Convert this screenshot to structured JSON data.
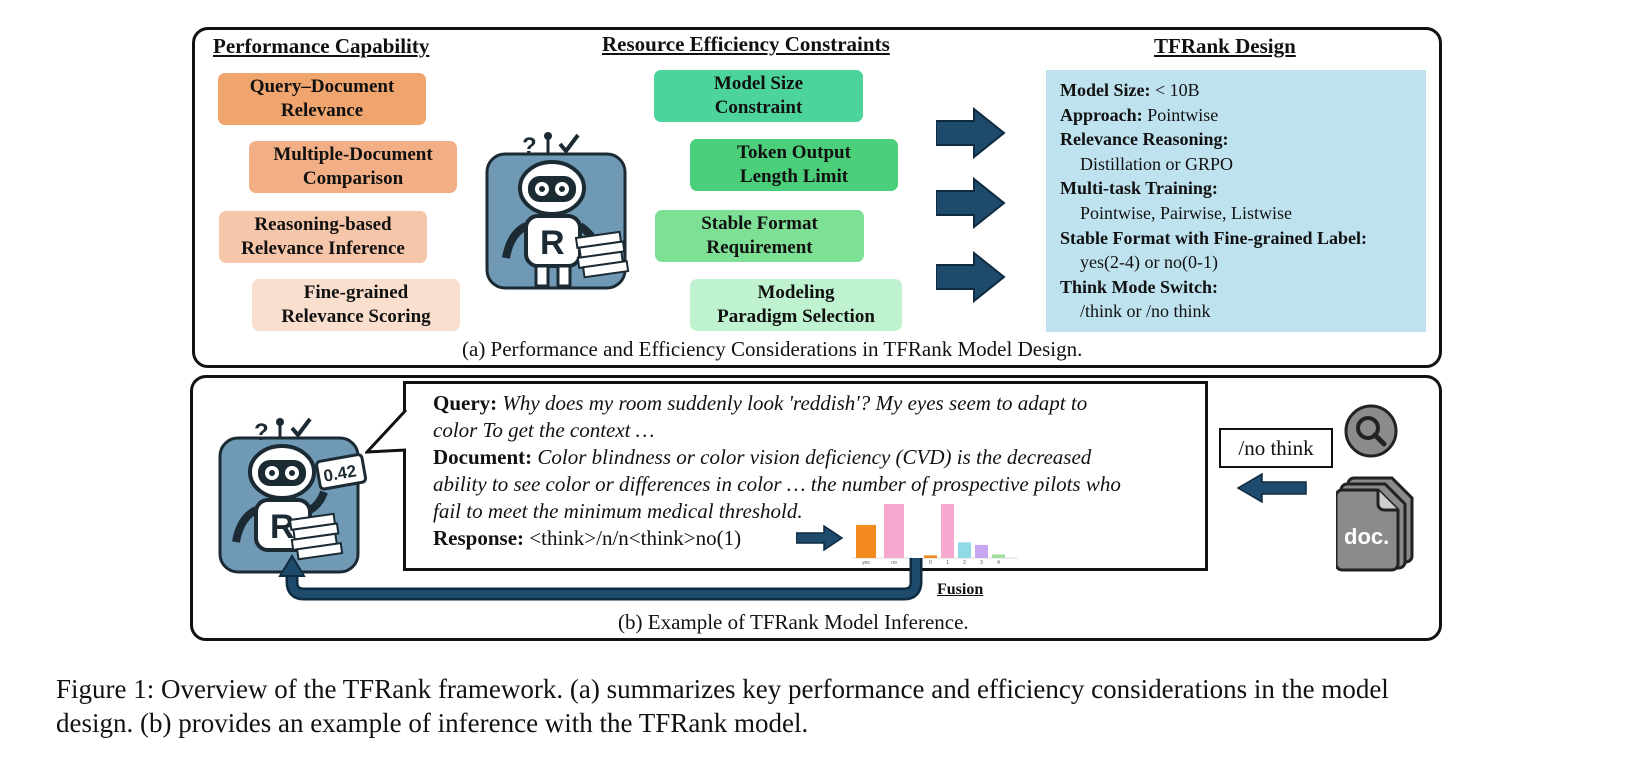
{
  "panel_a": {
    "col_performance": "Performance Capability",
    "col_resource": "Resource Efficiency Constraints",
    "col_design": "TFRank Design",
    "performance_items": [
      {
        "line1": "Query–Document",
        "line2": "Relevance",
        "color": "#f0a56e"
      },
      {
        "line1": "Multiple-Document",
        "line2": "Comparison",
        "color": "#f2af85"
      },
      {
        "line1": "Reasoning-based",
        "line2": "Relevance Inference",
        "color": "#f6c6aa"
      },
      {
        "line1": "Fine-grained",
        "line2": "Relevance Scoring",
        "color": "#fadfcf"
      }
    ],
    "resource_items": [
      {
        "line1": "Model Size",
        "line2": "Constraint",
        "color": "#4dd39c"
      },
      {
        "line1": "Token Output",
        "line2": "Length Limit",
        "color": "#4ccf7b"
      },
      {
        "line1": "Stable Format",
        "line2": "Requirement",
        "color": "#7ee094"
      },
      {
        "line1": "Modeling",
        "line2": "Paradigm Selection",
        "color": "#bff2cf"
      }
    ],
    "design": {
      "model_size_label": "Model Size:",
      "model_size_value": " < 10B",
      "approach_label": "Approach:",
      "approach_value": " Pointwise",
      "reasoning_label": "Relevance Reasoning:",
      "reasoning_value": "Distillation or GRPO",
      "multitask_label": "Multi-task Training:",
      "multitask_value": "Pointwise, Pairwise, Listwise",
      "format_label": "Stable Format with Fine-grained Label:",
      "format_value": "yes(2-4) or no(0-1)",
      "think_label": "Think Mode Switch:",
      "think_value": "/think or /no think"
    },
    "caption": "(a) Performance and Efficiency Considerations in TFRank Model Design."
  },
  "panel_b": {
    "query_label": "Query:",
    "query_line1": " Why does my room suddenly look 'reddish'? My eyes seem to adapt to",
    "query_line2": "color To get the context …",
    "doc_label": "Document:",
    "doc_line1": " Color blindness or color vision deficiency (CVD) is the decreased",
    "doc_line2": "ability to see color or differences in color … the number of prospective pilots who",
    "doc_line3": "fail to meet the minimum medical threshold.",
    "response_label": "Response:",
    "response_value": " <think>/n/n<think>no(1)",
    "score_badge": "0.42",
    "no_think": "/no think",
    "doc_icon_text": "doc.",
    "fusion_label": "Fusion",
    "caption": "(b) Example of TFRank Model Inference."
  },
  "robot_letter": "R",
  "chart_data": [
    {
      "type": "bar",
      "categories": [
        "yes",
        "no"
      ],
      "values": [
        0.38,
        0.62
      ],
      "colors": [
        "#f28a1e",
        "#f7a8cf"
      ],
      "ylim": [
        0,
        0.62
      ]
    },
    {
      "type": "bar",
      "categories": [
        "0",
        "1",
        "2",
        "3",
        "4"
      ],
      "values": [
        0.03,
        0.62,
        0.18,
        0.15,
        0.04
      ],
      "colors": [
        "#f28a1e",
        "#f7a8cf",
        "#8fdbe5",
        "#c8a6ef",
        "#9fe0a0"
      ],
      "ylim": [
        0,
        0.62
      ]
    }
  ],
  "figure_caption": {
    "line1": "Figure 1: Overview of the TFRank framework. (a) summarizes key performance and efficiency considerations in the model",
    "line2": "design. (b) provides an example of inference with the TFRank model."
  }
}
